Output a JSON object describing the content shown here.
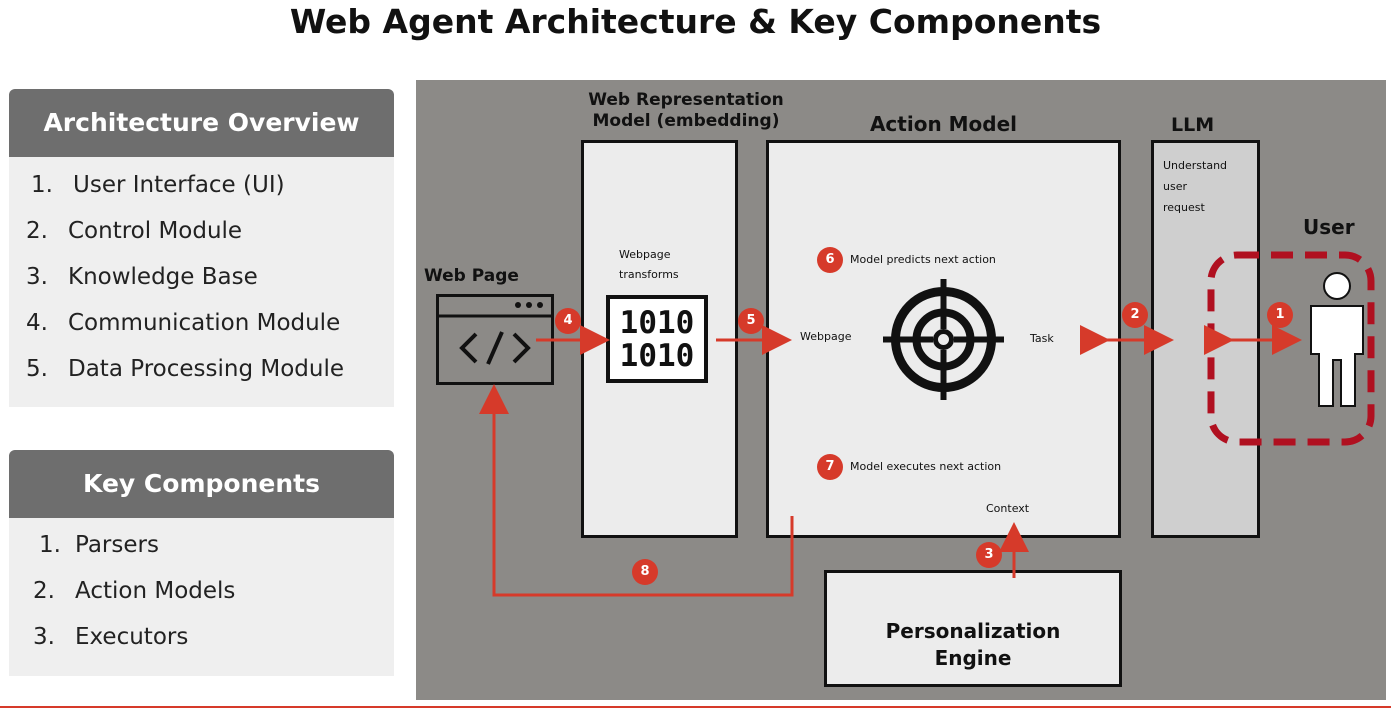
{
  "title": "Web Agent Architecture & Key Components",
  "overview": {
    "heading": "Architecture Overview",
    "items": [
      {
        "num": "1.",
        "label": "User Interface (UI)"
      },
      {
        "num": "2.",
        "label": "Control Module"
      },
      {
        "num": "3.",
        "label": "Knowledge Base"
      },
      {
        "num": "4.",
        "label": "Communication Module"
      },
      {
        "num": "5.",
        "label": "Data Processing Module"
      }
    ]
  },
  "components": {
    "heading": "Key Components",
    "items": [
      {
        "num": "1.",
        "label": "Parsers"
      },
      {
        "num": "2.",
        "label": "Action Models"
      },
      {
        "num": "3.",
        "label": "Executors"
      }
    ]
  },
  "diagram": {
    "web_page": "Web Page",
    "web_rep_line1": "Web Representation",
    "web_rep_line2": "Model (embedding)",
    "webpage_transforms_1": "Webpage",
    "webpage_transforms_2": "transforms",
    "binary_1": "1010",
    "binary_2": "1010",
    "action_model": "Action Model",
    "predict": "Model predicts next action",
    "execute": "Model executes next action",
    "webpage_input": "Webpage",
    "task": "Task",
    "context": "Context",
    "llm": "LLM",
    "llm_1": "Understand",
    "llm_2": "user",
    "llm_3": "request",
    "user": "User",
    "pe_1": "Personalization",
    "pe_2": "Engine",
    "badges": [
      "1",
      "2",
      "3",
      "4",
      "5",
      "6",
      "7",
      "8"
    ],
    "accent_color": "#d63a2a",
    "background_color": "#8c8a87",
    "icons": [
      "code-window-icon",
      "binary-icon",
      "target-icon",
      "person-icon"
    ]
  }
}
